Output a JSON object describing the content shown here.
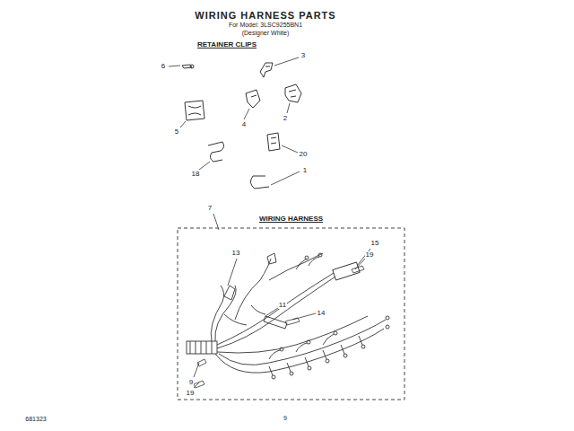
{
  "diagram": {
    "title": "WIRING HARNESS PARTS",
    "nodes": [
      {
        "text": [
          "WIRING HARNESS"
        ]
      }
    ],
    "labels": [
      "For Model: 3LSC9255BN1",
      "(Designer White)",
      "RETAINER CLIPS",
      "6",
      "3",
      "5",
      "4",
      "2",
      "20",
      "18",
      "1",
      "7",
      "13",
      "15",
      "19",
      "11",
      "14",
      "9",
      "19",
      "681323",
      "9"
    ]
  }
}
